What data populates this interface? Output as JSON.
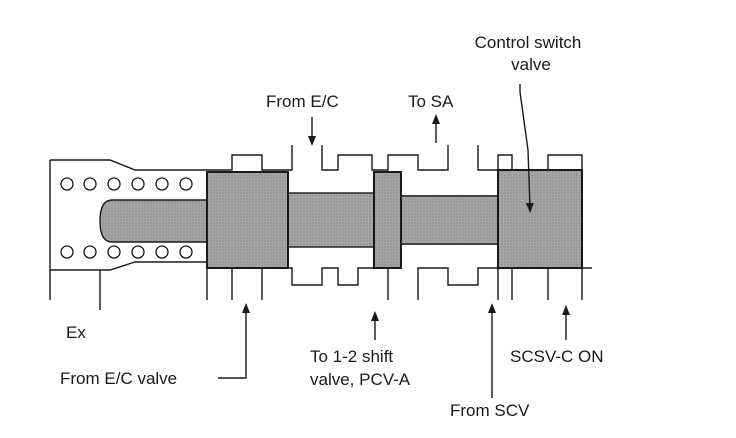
{
  "labels": {
    "control_switch_line1": "Control switch",
    "control_switch_line2": "valve",
    "from_ec": "From E/C",
    "to_sa": "To SA",
    "ex": "Ex",
    "from_ec_valve": "From E/C valve",
    "to_12_shift_line1": "To 1-2 shift",
    "to_12_shift_line2": "valve, PCV-A",
    "scsv_c_on": "SCSV-C ON",
    "from_scv": "From SCV"
  },
  "colors": {
    "ink": "#1a1a1a",
    "land_fill": "#a8a8a8",
    "stem_fill": "#8c8c8c",
    "spring_core": "#9a9a9a",
    "background": "#ffffff"
  }
}
